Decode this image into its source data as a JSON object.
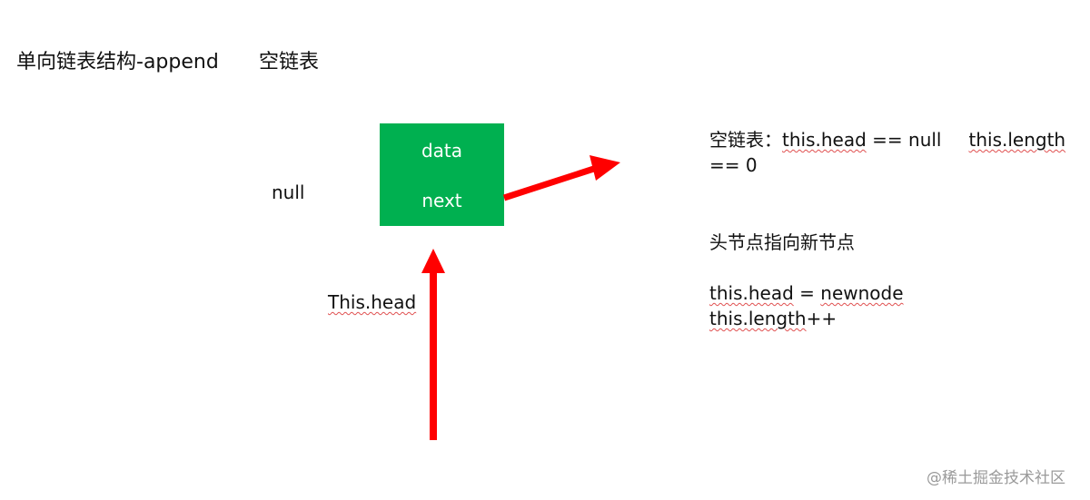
{
  "title": "单向链表结构-append",
  "subtitle": "空链表",
  "null_label": "null",
  "node": {
    "data_label": "data",
    "next_label": "next",
    "color": "#00b050"
  },
  "head_label": "This.head",
  "arrow_color": "#ff0000",
  "notes": {
    "empty_prefix": "空链表：",
    "empty_head": "this.head",
    "empty_head_rest": " == null",
    "empty_length": "this.length",
    "empty_length_rest": "== 0",
    "head_points": "头节点指向新节点",
    "assign_head": "this.head",
    "assign_head_rest": " = ",
    "assign_newnode": "newnode",
    "assign_length": "this.length",
    "assign_length_rest": "++"
  },
  "watermark": "@稀土掘金技术社区"
}
